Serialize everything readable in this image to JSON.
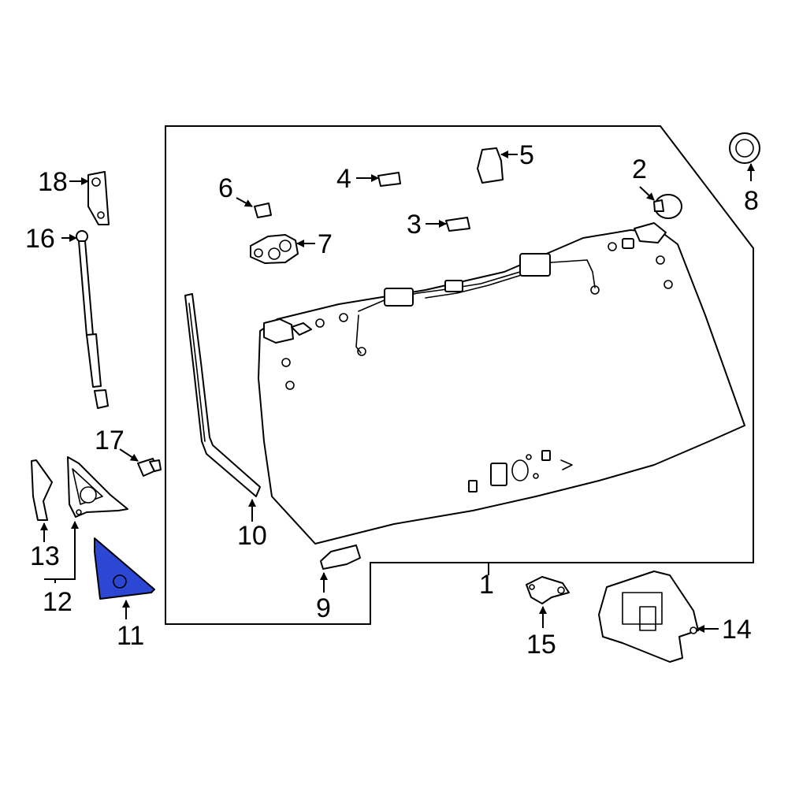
{
  "diagram": {
    "highlight_color": "#2b47d3",
    "line_color": "#000000",
    "background": "#ffffff",
    "callouts": [
      {
        "id": "1",
        "label": "1"
      },
      {
        "id": "2",
        "label": "2"
      },
      {
        "id": "3",
        "label": "3"
      },
      {
        "id": "4",
        "label": "4"
      },
      {
        "id": "5",
        "label": "5"
      },
      {
        "id": "6",
        "label": "6"
      },
      {
        "id": "7",
        "label": "7"
      },
      {
        "id": "8",
        "label": "8"
      },
      {
        "id": "9",
        "label": "9"
      },
      {
        "id": "10",
        "label": "10"
      },
      {
        "id": "11",
        "label": "11"
      },
      {
        "id": "12",
        "label": "12"
      },
      {
        "id": "13",
        "label": "13"
      },
      {
        "id": "14",
        "label": "14"
      },
      {
        "id": "15",
        "label": "15"
      },
      {
        "id": "16",
        "label": "16"
      },
      {
        "id": "17",
        "label": "17"
      },
      {
        "id": "18",
        "label": "18"
      }
    ],
    "highlighted_part": "11"
  }
}
